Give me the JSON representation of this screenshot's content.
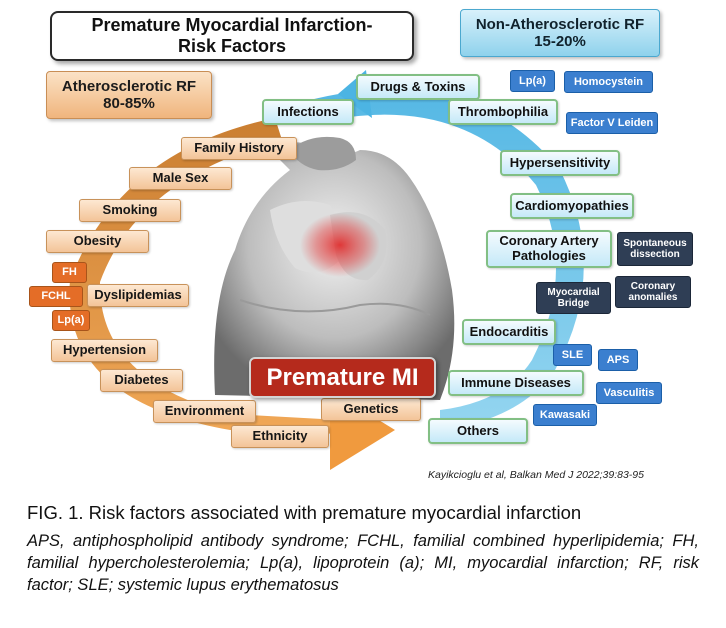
{
  "title": "Premature Myocardial Infarction-\nRisk Factors",
  "categories": {
    "atherosclerotic": "Atherosclerotic RF\n80-85%",
    "non_atherosclerotic": "Non-Atherosclerotic RF\n15-20%"
  },
  "center_label": "Premature MI",
  "atherosclerotic_factors": {
    "family_history": "Family History",
    "male_sex": "Male Sex",
    "smoking": "Smoking",
    "obesity": "Obesity",
    "dyslipidemias": "Dyslipidemias",
    "fh": "FH",
    "fchl": "FCHL",
    "lpa": "Lp(a)",
    "hypertension": "Hypertension",
    "diabetes": "Diabetes",
    "environment": "Environment",
    "ethnicity": "Ethnicity",
    "genetics": "Genetics"
  },
  "non_atherosclerotic_factors": {
    "infections": "Infections",
    "drugs_toxins": "Drugs & Toxins",
    "thrombophilia": "Thrombophilia",
    "lpa": "Lp(a)",
    "homocystein": "Homocystein",
    "factor_v_leiden": "Factor V Leiden",
    "hypersensitivity": "Hypersensitivity",
    "cardiomyopathies": "Cardiomyopathies",
    "coronary_artery_pathologies": "Coronary Artery\nPathologies",
    "spontaneous_dissection": "Spontaneous\ndissection",
    "myocardial_bridge": "Myocardial\nBridge",
    "coronary_anomalies": "Coronary\nanomalies",
    "endocarditis": "Endocarditis",
    "sle": "SLE",
    "aps": "APS",
    "immune_diseases": "Immune Diseases",
    "vasculitis": "Vasculitis",
    "kawasaki": "Kawasaki",
    "others": "Others"
  },
  "citation": "Kayikcioglu et al,  Balkan Med J 2022;39:83-95",
  "caption": {
    "main": "FIG. 1. Risk factors associated with premature myocardial infarction",
    "abbreviations": "APS, antiphospholipid antibody syndrome; FCHL, familial combined hyperlipidemia; FH, familial hypercholesterolemia; Lp(a), lipoprotein (a); MI, myocardial infarction; RF, risk factor; SLE; systemic lupus erythematosus"
  },
  "colors": {
    "atherosclerotic_arc": "#e8963e",
    "non_atherosclerotic_arc": "#5bbde6",
    "center_label_bg": "#b52a1c",
    "small_orange_tag": "#e46d27",
    "small_blue_tag": "#3b7fcf",
    "dark_tag": "#2f3e55"
  },
  "icons": {
    "center_image": "person-clutching-chest-icon"
  }
}
